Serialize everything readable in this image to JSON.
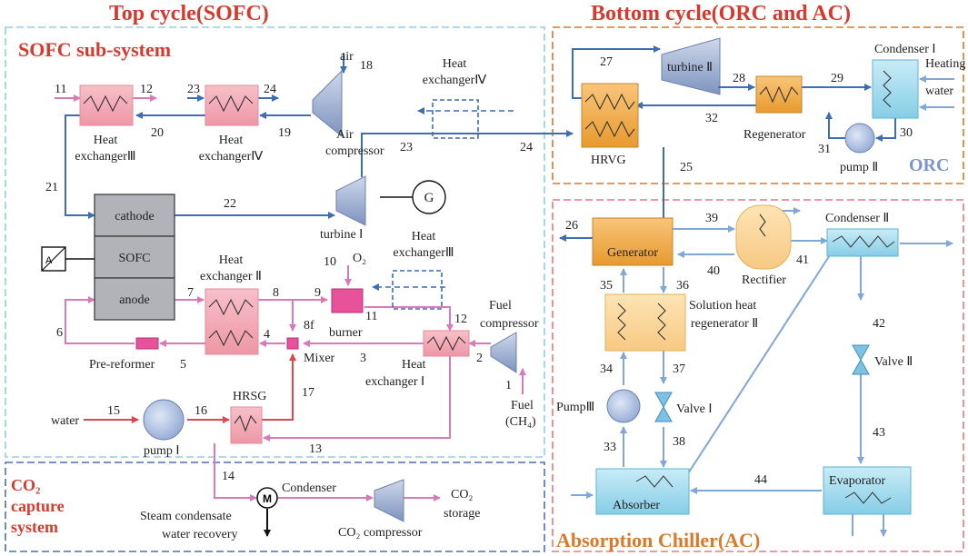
{
  "titles": {
    "top_cycle": "Top cycle(SOFC)",
    "bottom_cycle": "Bottom cycle(ORC and AC)",
    "sofc_subsystem": "SOFC sub-system",
    "orc": "ORC",
    "co2_line1": "CO₂",
    "co2_line2": "capture",
    "co2_line3": "system",
    "absorption": "Absorption Chiller(AC)"
  },
  "components": {
    "hex3_top_l1": "Heat",
    "hex3_top_l2": "exchangerⅢ",
    "hex4_top_l1": "Heat",
    "hex4_top_l2": "exchangerⅣ",
    "air_comp_l1": "Air",
    "air_comp_l2": "compressor",
    "air": "air",
    "hex4_dashed_l1": "Heat",
    "hex4_dashed_l2": "exchangerⅣ",
    "cathode": "cathode",
    "sofc": "SOFC",
    "anode": "anode",
    "turbine1": "turbine Ⅰ",
    "generator_symbol": "G",
    "hex2_l1": "Heat",
    "hex2_l2": "exchanger Ⅱ",
    "o2": "O₂",
    "hex3_dashed_l1": "Heat",
    "hex3_dashed_l2": "exchangerⅢ",
    "burner": "burner",
    "fuel_comp_l1": "Fuel",
    "fuel_comp_l2": "compressor",
    "pre_reformer": "Pre-reformer",
    "mixer": "Mixer",
    "hex1_l1": "Heat",
    "hex1_l2": "exchanger Ⅰ",
    "fuel_l1": "Fuel",
    "fuel_l2": "(CH₄)",
    "water": "water",
    "pump1": "pump Ⅰ",
    "hrsg": "HRSG",
    "condenser": "Condenser",
    "steam_l1": "Steam condensate",
    "steam_l2": "water recovery",
    "co2_comp": "CO₂ compressor",
    "co2_storage_l1": "CO₂",
    "co2_storage_l2": "storage",
    "turbine2": "turbine Ⅱ",
    "condenser1": "Condenser Ⅰ",
    "heating_l1": "Heating",
    "heating_l2": "water",
    "regenerator": "Regenerator",
    "hrvg": "HRVG",
    "pump2": "pump Ⅱ",
    "generator": "Generator",
    "rectifier": "Rectifier",
    "condenser2": "Condenser Ⅱ",
    "shr_l1": "Solution heat",
    "shr_l2": "regenerator Ⅱ",
    "valve2": "Valve Ⅱ",
    "pump3": "PumpⅢ",
    "valve1": "Valve Ⅰ",
    "absorber": "Absorber",
    "evaporator": "Evaporator"
  },
  "stream_numbers": {
    "s1": "1",
    "s2": "2",
    "s3": "3",
    "s4": "4",
    "s5": "5",
    "s6": "6",
    "s7": "7",
    "s8": "8",
    "s8f": "8f",
    "s9": "9",
    "s10": "10",
    "s11a": "11",
    "s11b": "11",
    "s12a": "12",
    "s12b": "12",
    "s13": "13",
    "s14": "14",
    "s15": "15",
    "s16": "16",
    "s17": "17",
    "s18": "18",
    "s19": "19",
    "s20": "20",
    "s21": "21",
    "s22": "22",
    "s23a": "23",
    "s23b": "23",
    "s24a": "24",
    "s24b": "24",
    "s25": "25",
    "s26": "26",
    "s27": "27",
    "s28": "28",
    "s29": "29",
    "s30": "30",
    "s31": "31",
    "s32": "32",
    "s33": "33",
    "s34": "34",
    "s35": "35",
    "s36": "36",
    "s37": "37",
    "s38": "38",
    "s39": "39",
    "s40": "40",
    "s41": "41",
    "s42": "42",
    "s43": "43",
    "s44": "44"
  },
  "colors": {
    "red_title": "#d63a2e",
    "orange_title": "#d9792a",
    "blue_flow": "#3d6db4",
    "pink_flow": "#d97ab8",
    "red_flow": "#e0454a",
    "sofc_box": "#b2b3b8",
    "hex_pink": "#f2a7b2",
    "orange_box": "#f5b049",
    "cyan_box": "#9fd8ec"
  }
}
